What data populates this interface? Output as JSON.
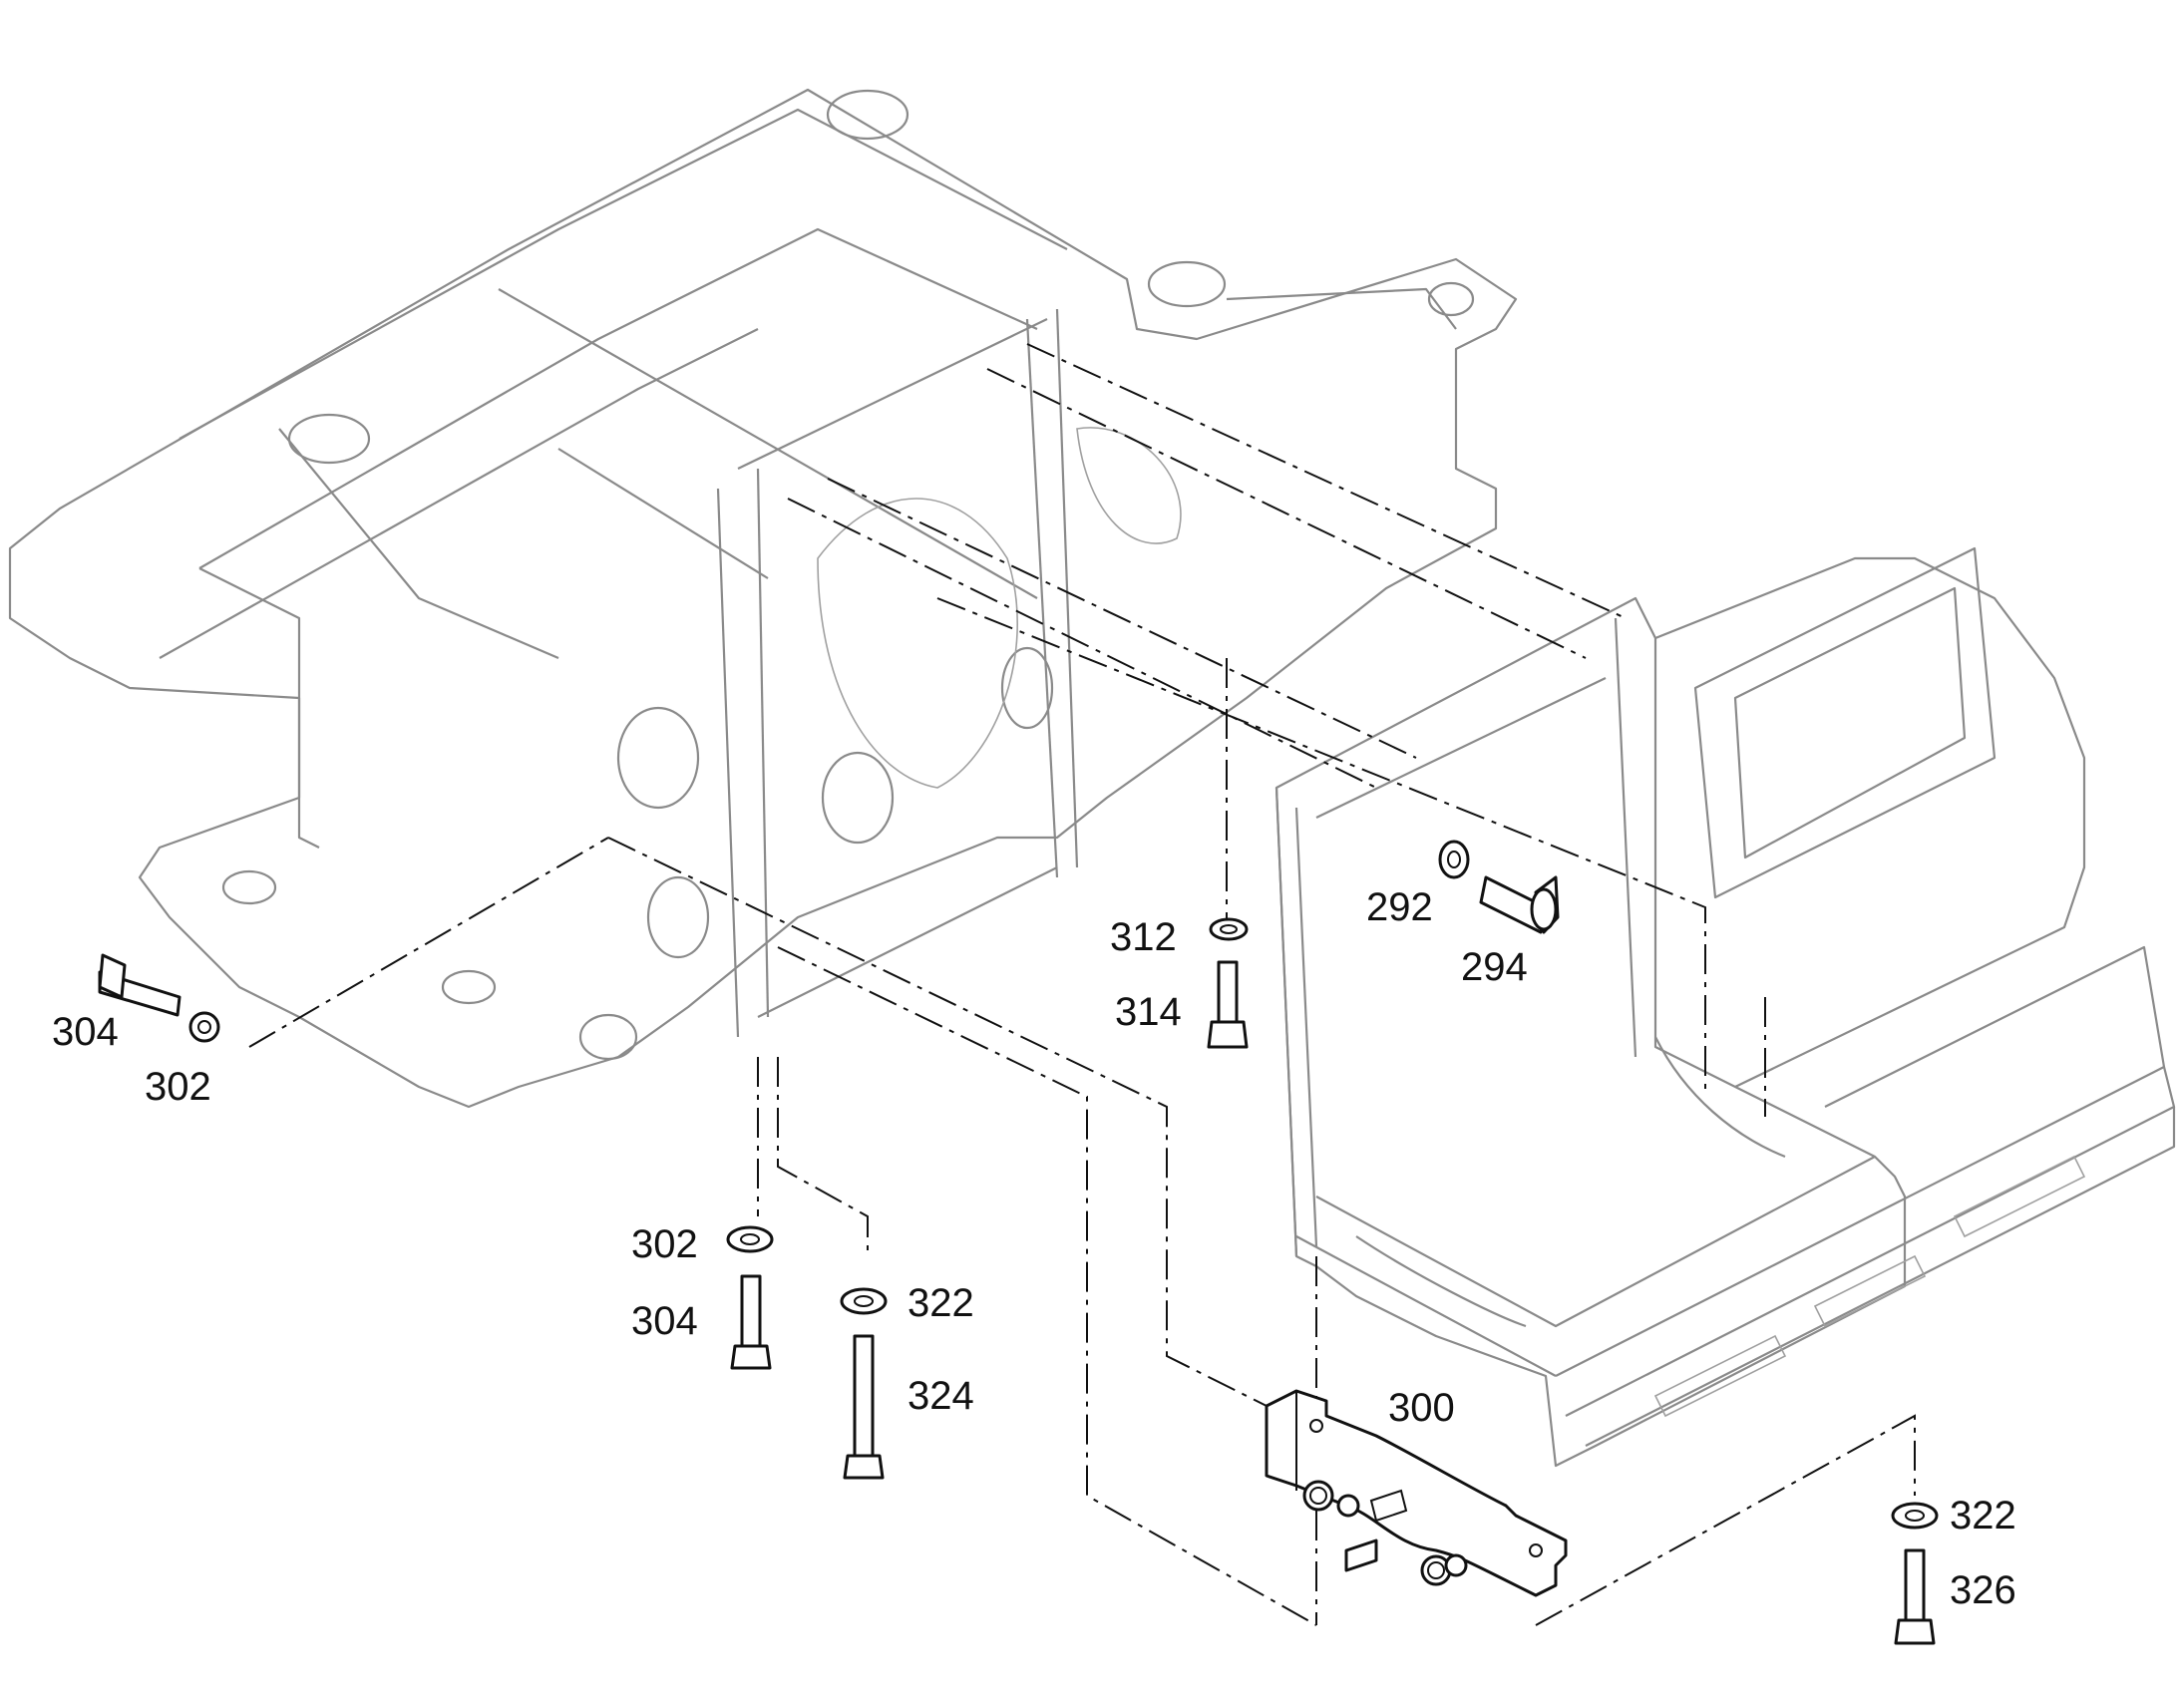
{
  "callouts": [
    {
      "id": "c292",
      "text": "292"
    },
    {
      "id": "c294",
      "text": "294"
    },
    {
      "id": "c312",
      "text": "312"
    },
    {
      "id": "c314",
      "text": "314"
    },
    {
      "id": "c304a",
      "text": "304"
    },
    {
      "id": "c302a",
      "text": "302"
    },
    {
      "id": "c302b",
      "text": "302"
    },
    {
      "id": "c304b",
      "text": "304"
    },
    {
      "id": "c322a",
      "text": "322"
    },
    {
      "id": "c324",
      "text": "324"
    },
    {
      "id": "c300",
      "text": "300"
    },
    {
      "id": "c322b",
      "text": "322"
    },
    {
      "id": "c326",
      "text": "326"
    }
  ]
}
